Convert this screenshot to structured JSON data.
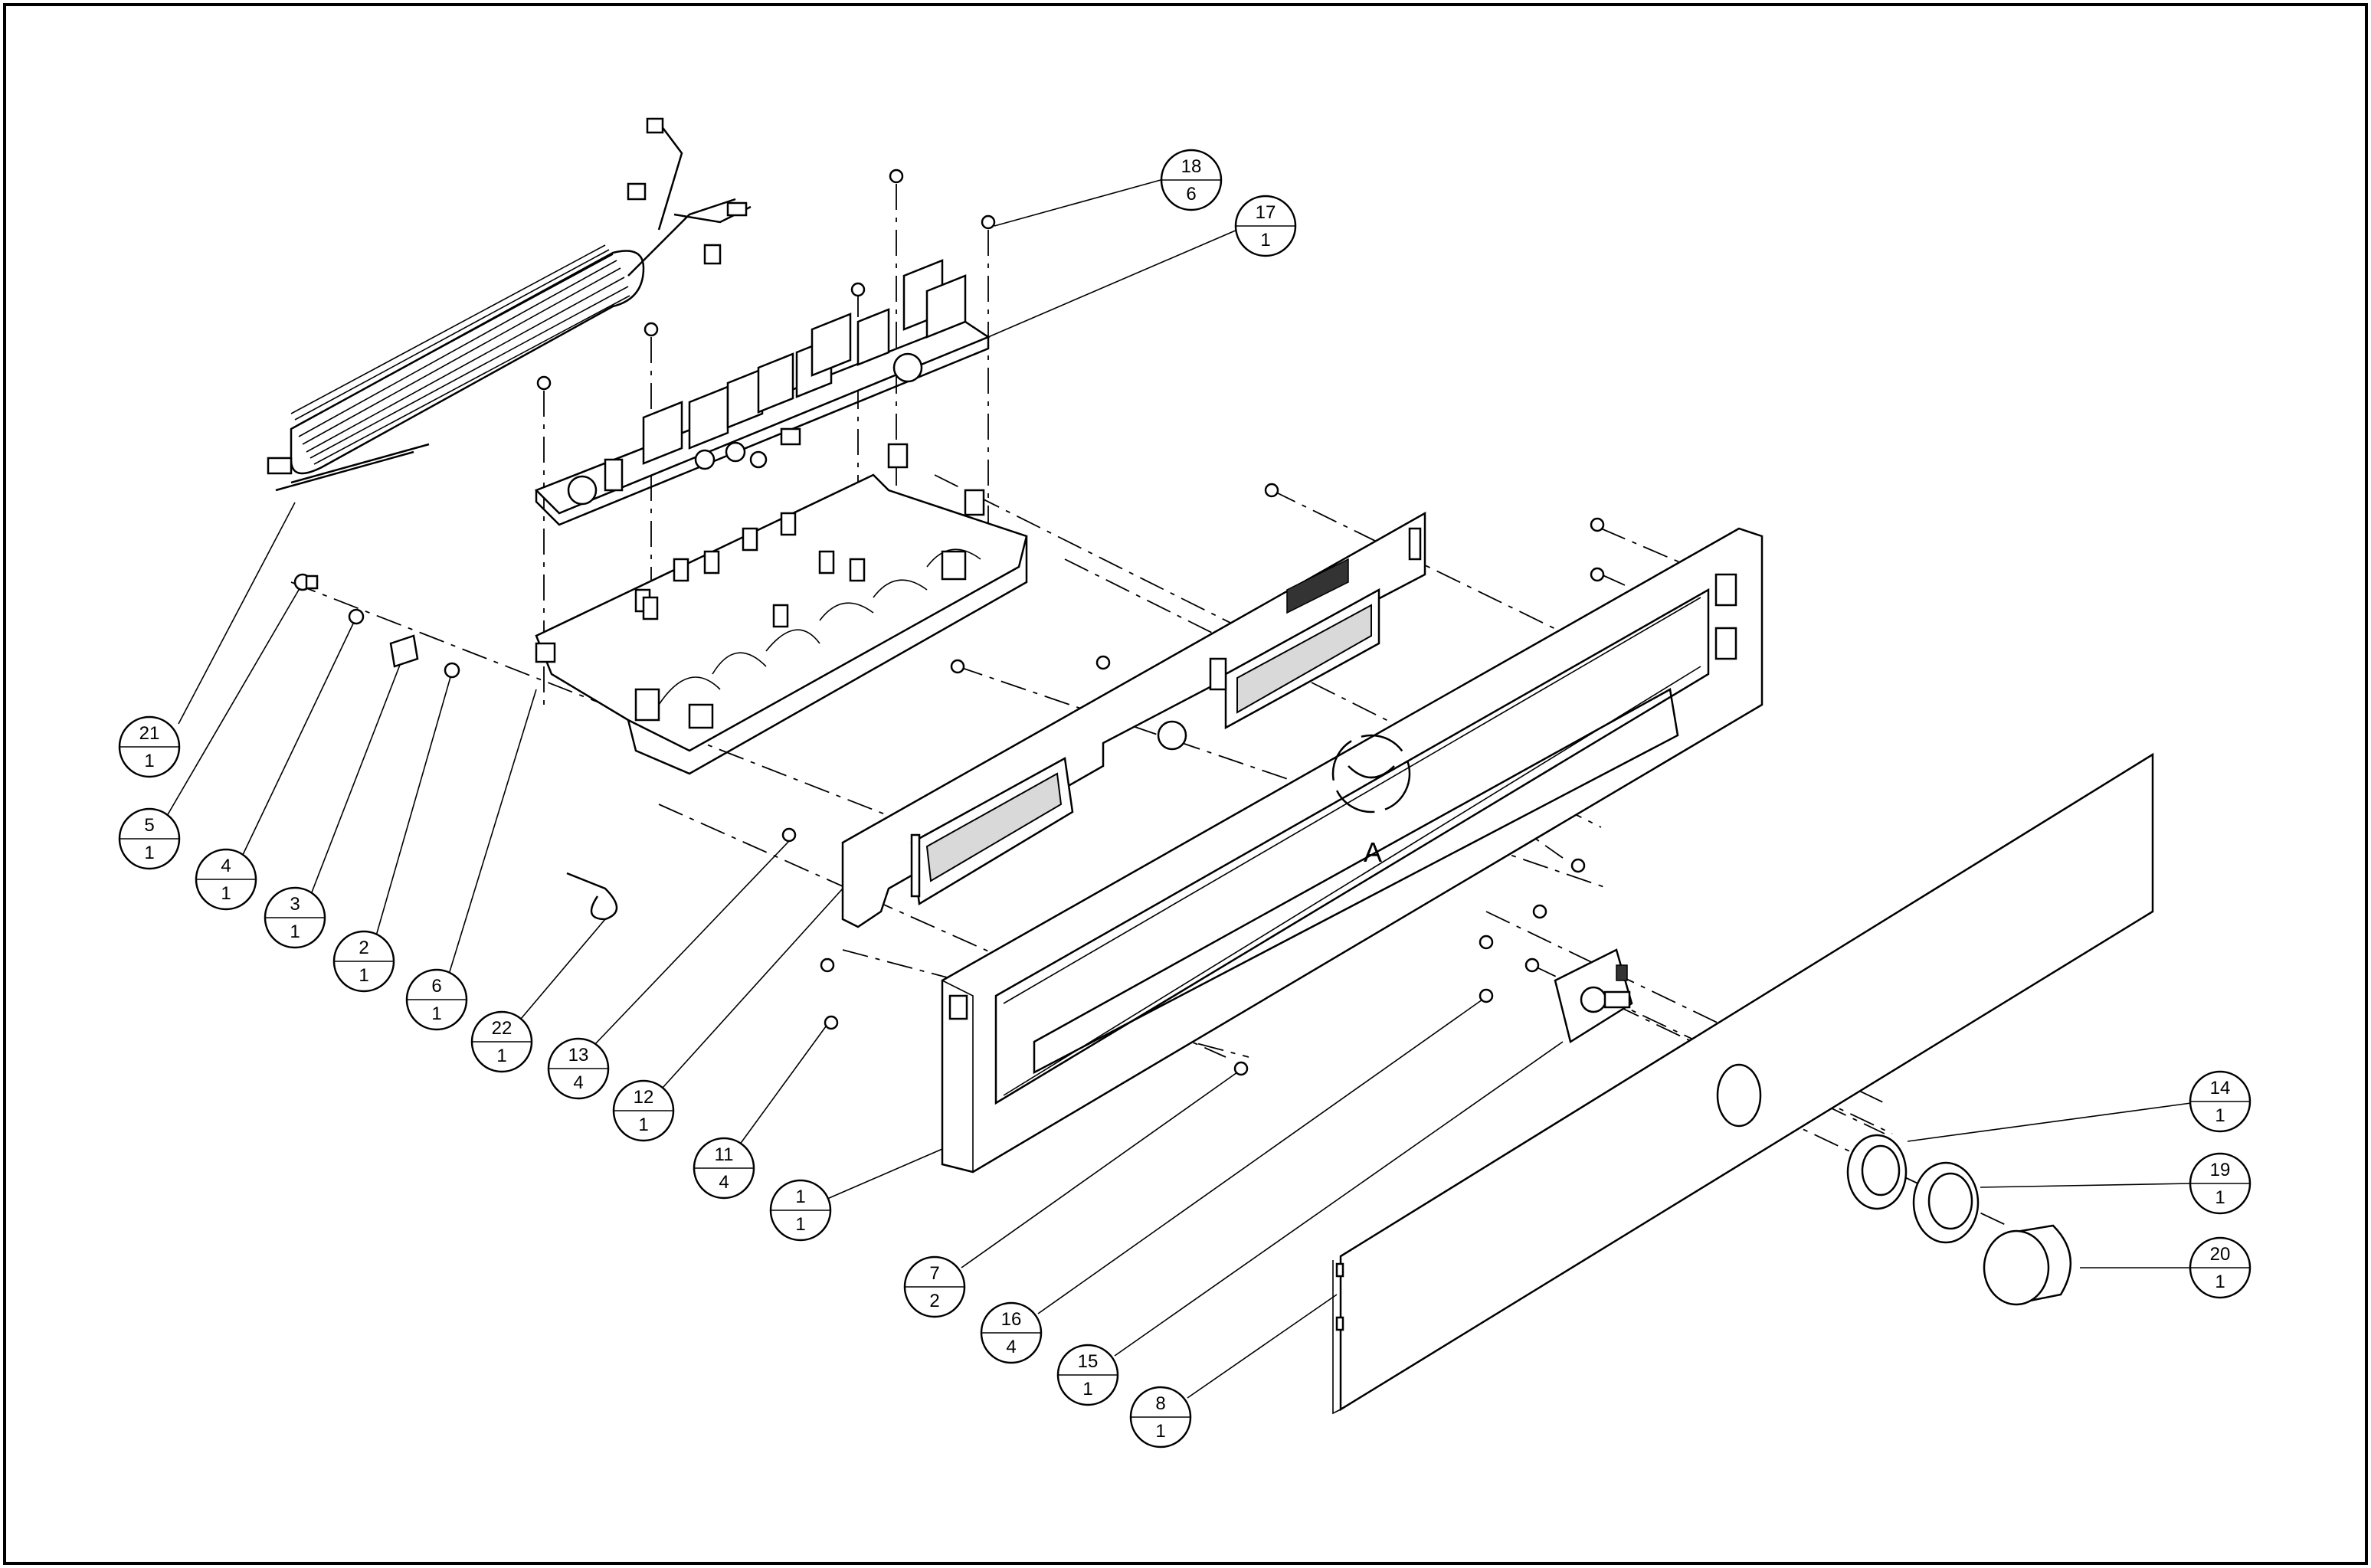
{
  "detail_label": "A",
  "callouts": [
    {
      "id": "c21",
      "item": "21",
      "qty": "1"
    },
    {
      "id": "c5",
      "item": "5",
      "qty": "1"
    },
    {
      "id": "c4",
      "item": "4",
      "qty": "1"
    },
    {
      "id": "c3",
      "item": "3",
      "qty": "1"
    },
    {
      "id": "c2",
      "item": "2",
      "qty": "1"
    },
    {
      "id": "c6",
      "item": "6",
      "qty": "1"
    },
    {
      "id": "c22",
      "item": "22",
      "qty": "1"
    },
    {
      "id": "c13",
      "item": "13",
      "qty": "4"
    },
    {
      "id": "c12",
      "item": "12",
      "qty": "1"
    },
    {
      "id": "c11",
      "item": "11",
      "qty": "4"
    },
    {
      "id": "c1",
      "item": "1",
      "qty": "1"
    },
    {
      "id": "c7",
      "item": "7",
      "qty": "2"
    },
    {
      "id": "c16",
      "item": "16",
      "qty": "4"
    },
    {
      "id": "c15",
      "item": "15",
      "qty": "1"
    },
    {
      "id": "c8",
      "item": "8",
      "qty": "1"
    },
    {
      "id": "c18",
      "item": "18",
      "qty": "6"
    },
    {
      "id": "c17",
      "item": "17",
      "qty": "1"
    },
    {
      "id": "c14",
      "item": "14",
      "qty": "1"
    },
    {
      "id": "c19",
      "item": "19",
      "qty": "1"
    },
    {
      "id": "c20",
      "item": "20",
      "qty": "1"
    }
  ]
}
